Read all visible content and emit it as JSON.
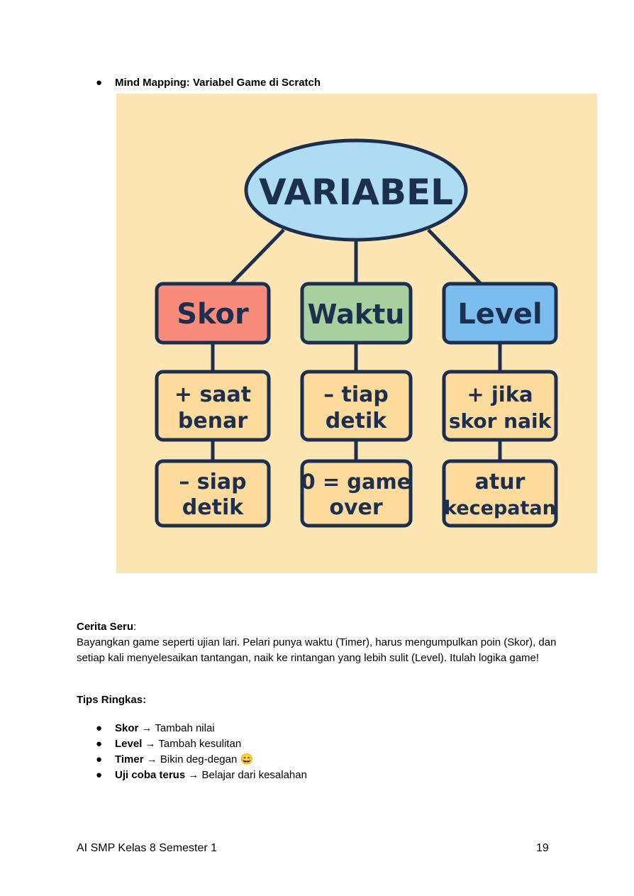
{
  "section": {
    "bullet": "●",
    "heading": "Mind Mapping: Variabel Game di Scratch"
  },
  "mindmap": {
    "root": "VARIABEL",
    "colors": {
      "background": "#fde6b4",
      "root_fill": "#aedcf4",
      "skor_fill": "#f98b7b",
      "waktu_fill": "#a8cf9e",
      "level_fill": "#7cbdf0",
      "leaf_fill": "#fcdb9c",
      "stroke": "#1d2f4f"
    },
    "columns": [
      {
        "name": "Skor",
        "item1": [
          "+ saat",
          "benar"
        ],
        "item2": [
          "– siap",
          "detik"
        ]
      },
      {
        "name": "Waktu",
        "item1": [
          "– tiap",
          "detik"
        ],
        "item2": [
          "0 = game",
          "over"
        ]
      },
      {
        "name": "Level",
        "item1": [
          "+ jika",
          "skor naik"
        ],
        "item2": [
          "atur",
          "kecepatan"
        ]
      }
    ]
  },
  "story": {
    "title": "Cerita Seru",
    "colon": ":",
    "body": "Bayangkan game seperti ujian lari. Pelari punya waktu (Timer), harus mengumpulkan poin (Skor), dan setiap kali menyelesaikan tantangan, naik ke rintangan yang lebih sulit (Level). Itulah logika game!"
  },
  "tips": {
    "title": "Tips Ringkas:",
    "items": [
      {
        "term": "Skor",
        "desc": " → Tambah nilai"
      },
      {
        "term": "Level",
        "desc": " → Tambah kesulitan"
      },
      {
        "term": "Timer",
        "desc": " → Bikin deg-degan 😄"
      },
      {
        "term": "Uji coba terus",
        "desc": " → Belajar dari kesalahan"
      }
    ]
  },
  "footer": {
    "left": "AI SMP Kelas 8 Semester 1",
    "page": "19"
  }
}
